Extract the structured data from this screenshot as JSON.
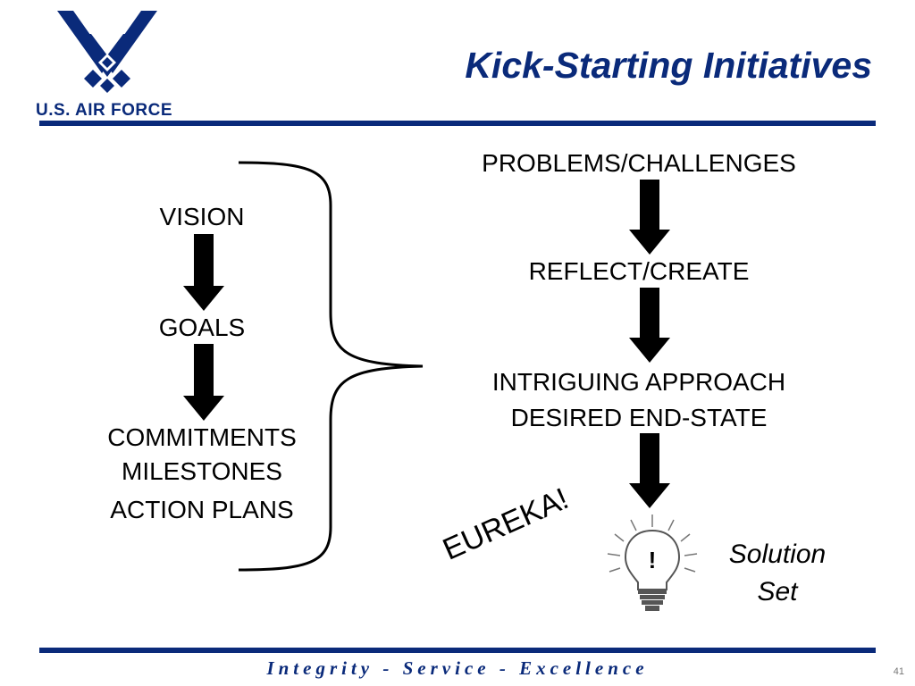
{
  "header": {
    "brand": "U.S. AIR FORCE",
    "title": "Kick-Starting Initiatives"
  },
  "left_column": {
    "vision": "VISION",
    "goals": "GOALS",
    "commitments": "COMMITMENTS",
    "milestones": "MILESTONES",
    "action_plans": "ACTION PLANS"
  },
  "right_column": {
    "problems": "PROBLEMS/CHALLENGES",
    "reflect": "REFLECT/CREATE",
    "approach": "INTRIGUING APPROACH",
    "end_state": "DESIRED END-STATE",
    "eureka": "EUREKA!",
    "bulb_mark": "!",
    "solution_line1": "Solution",
    "solution_line2": "Set"
  },
  "footer": {
    "core_values": "Integrity - Service - Excellence",
    "page_number": "41"
  },
  "colors": {
    "brand_blue": "#0a2a7a"
  }
}
